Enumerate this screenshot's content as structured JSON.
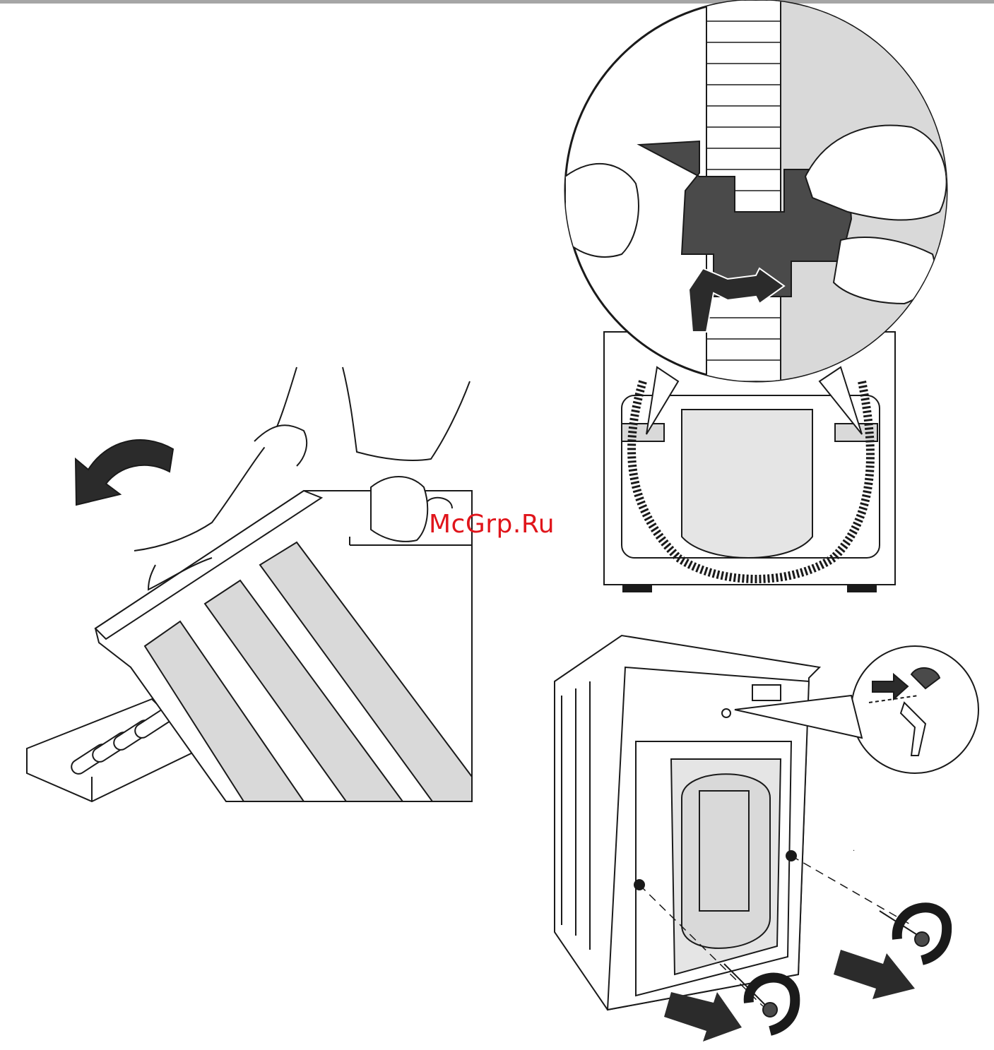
{
  "watermark": {
    "text": "McGrp.Ru"
  },
  "figures": [
    {
      "name": "tilt-machine-figure",
      "icon": "tilt-machine-illustration"
    },
    {
      "name": "hose-clip-figure",
      "icon": "hose-clip-detail-illustration"
    },
    {
      "name": "transport-bolts-figure",
      "icon": "remove-transport-bolts-illustration"
    }
  ],
  "colors": {
    "line": "#1a1a1a",
    "panel_fill": "#d9d9d9",
    "dark_part": "#4a4a4a",
    "arrow": "#2b2b2b",
    "watermark": "#e0151b",
    "top_rule": "#a6a6a6"
  }
}
